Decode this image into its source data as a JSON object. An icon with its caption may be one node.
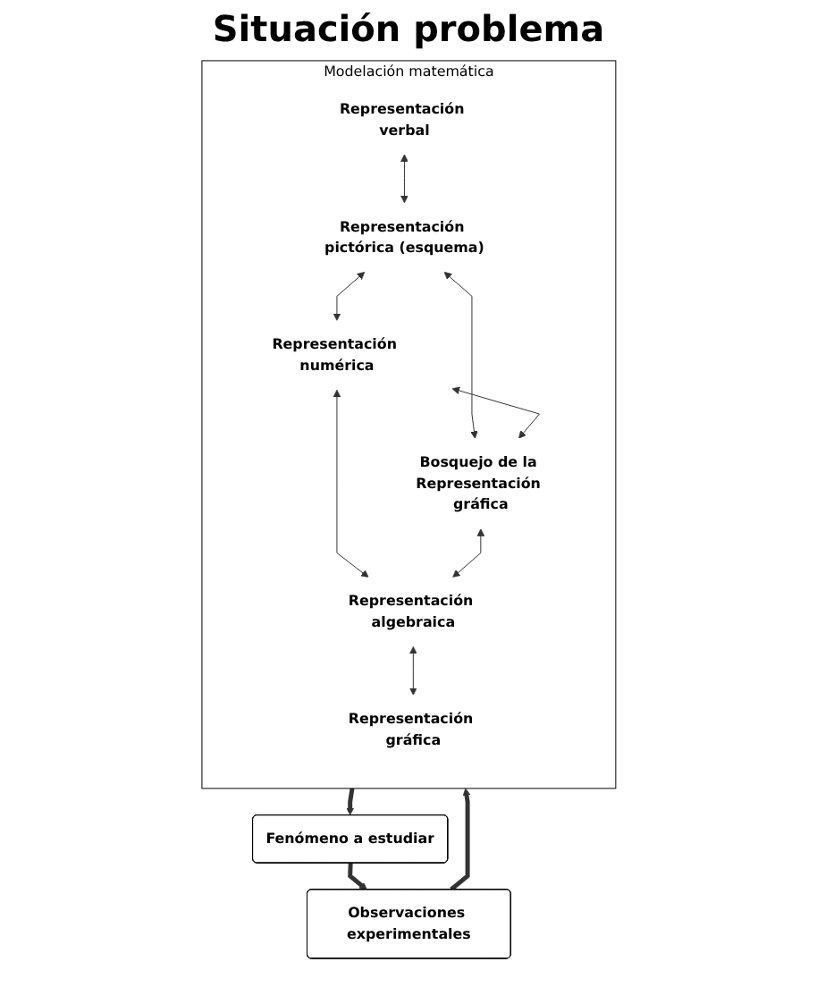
{
  "diagram": {
    "title": "Situación problema",
    "nodes": [
      {
        "text": [
          "Fenómeno a estudiar"
        ]
      },
      {
        "text": [
          "Observaciones experimentales"
        ]
      },
      {
        "text": [
          "Modelación matemática"
        ]
      },
      {
        "text": [
          "Representación verbal"
        ],
        "in": 2
      },
      {
        "text": [
          "Representación pictórica (esquema)"
        ],
        "in": 2
      },
      {
        "text": [
          "Representación numérica"
        ],
        "in": 2
      },
      {
        "text": [
          "Bosquejo de la Representación gráfica"
        ],
        "in": 2
      },
      {
        "text": [
          "Representación algebraica"
        ],
        "in": 2
      },
      {
        "text": [
          "Representación gráfica"
        ],
        "in": 2
      }
    ],
    "edges": [
      {
        "from": 0,
        "to": 1,
        "arrow": "to",
        "style": "thick"
      },
      {
        "from": 1,
        "to": 2,
        "arrow": "to",
        "style": "thick"
      },
      {
        "from": 2,
        "to": 0,
        "arrow": "to",
        "style": "thick"
      },
      {
        "from": 3,
        "to": 4,
        "arrow": "both"
      },
      {
        "from": 4,
        "to": 5,
        "arrow": "both"
      },
      {
        "from": 4,
        "to": 6,
        "arrow": "both"
      },
      {
        "from": 5,
        "to": 6,
        "arrow": "both"
      },
      {
        "from": 5,
        "to": 7,
        "arrow": "both"
      },
      {
        "from": 6,
        "to": 7,
        "arrow": "both"
      },
      {
        "from": 7,
        "to": 8,
        "arrow": "both"
      }
    ]
  }
}
